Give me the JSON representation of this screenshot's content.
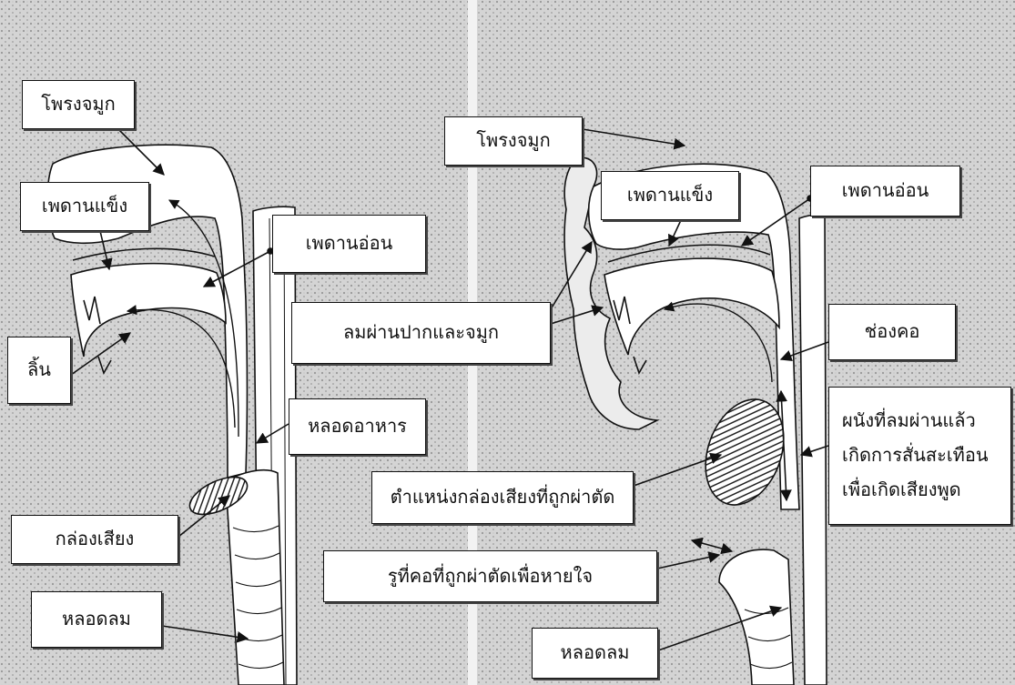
{
  "left_diagram": {
    "nasal_cavity": "โพรงจมูก",
    "hard_palate": "เพดานแข็ง",
    "soft_palate": "เพดานอ่อน",
    "tongue": "ลิ้น",
    "esophagus": "หลอดอาหาร",
    "larynx": "กล่องเสียง",
    "trachea": "หลอดลม"
  },
  "right_diagram": {
    "nasal_cavity": "โพรงจมูก",
    "hard_palate": "เพดานแข็ง",
    "soft_palate": "เพดานอ่อน",
    "airflow": "ลมผ่านปากและจมูก",
    "pharynx": "ช่องคอ",
    "vibrating_wall": [
      "ผนังที่ลมผ่านแล้ว",
      "เกิดการสั่นสะเทือน",
      "เพื่อเกิดเสียงพูด"
    ],
    "removed_larynx": "ตำแหน่งกล่องเสียงที่ถูกผ่าตัด",
    "stoma": "รูที่คอที่ถูกผ่าตัดเพื่อหายใจ",
    "trachea": "หลอดลม"
  },
  "colors": {
    "tissue_texture": "#d4d4d4",
    "airway": "#ffffff",
    "outline": "#111111"
  }
}
